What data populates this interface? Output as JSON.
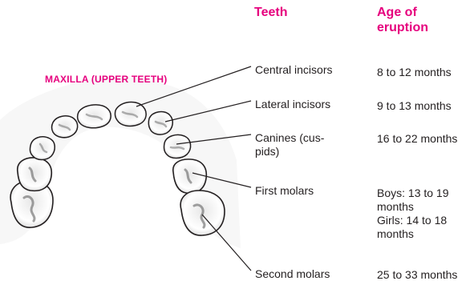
{
  "arch_label": "MAXILLA (UPPER TEETH)",
  "table": {
    "header_teeth": "Teeth",
    "header_age": [
      "Age of",
      "eruption"
    ],
    "rows": [
      {
        "tooth": "Central incisors",
        "age": [
          "8 to 12 months"
        ]
      },
      {
        "tooth": "Lateral incisors",
        "age": [
          "9 to 13 months"
        ]
      },
      {
        "tooth": [
          "Canines (cus-",
          "pids)"
        ],
        "age": [
          "16 to 22 months"
        ]
      },
      {
        "tooth": "First molars",
        "age": [
          "Boys: 13 to 19",
          "months",
          "Girls: 14 to 18",
          "months"
        ]
      },
      {
        "tooth": "Second molars",
        "age": [
          "25 to 33 months"
        ]
      }
    ]
  },
  "colors": {
    "accent": "#e6007e",
    "text": "#231f20",
    "line": "#231f20"
  }
}
